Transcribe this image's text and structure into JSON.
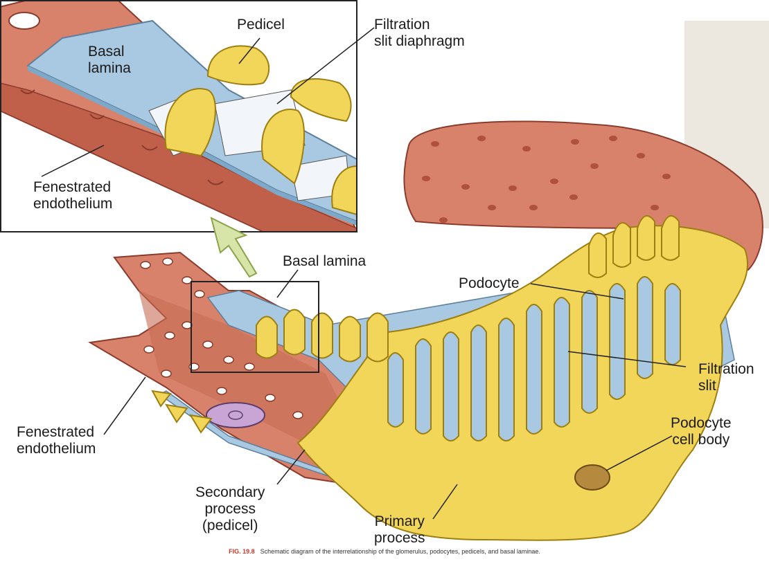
{
  "inset_labels": {
    "pedicel": "Pedicel",
    "filtration_slit_diaphragm": [
      "Filtration",
      "slit diaphragm"
    ],
    "basal_lamina": [
      "Basal",
      "lamina"
    ],
    "fenestrated_endothelium": [
      "Fenestrated",
      "endothelium"
    ]
  },
  "main_labels": {
    "basal_lamina": "Basal lamina",
    "podocyte": "Podocyte",
    "filtration_slit": [
      "Filtration",
      "slit"
    ],
    "podocyte_cell_body": [
      "Podocyte",
      "cell body"
    ],
    "fenestrated_endothelium": [
      "Fenestrated",
      "endothelium"
    ],
    "secondary_process": [
      "Secondary",
      "process",
      "(pedicel)"
    ],
    "primary_process": [
      "Primary",
      "process"
    ]
  },
  "caption": {
    "fig_number": "FIG. 19.8",
    "text": "Schematic diagram of the interrelationship of the glomerulus, podocytes, pedicels, and basal laminae."
  },
  "colors": {
    "endothelium": "#d9826b",
    "endothelium_dark": "#b0503e",
    "basal_lamina": "#a9c9e2",
    "podocyte": "#f1d65a",
    "podocyte_dark": "#c9a81e",
    "panel_gray": "#ece7df",
    "arrow": "#d7e6a8"
  }
}
